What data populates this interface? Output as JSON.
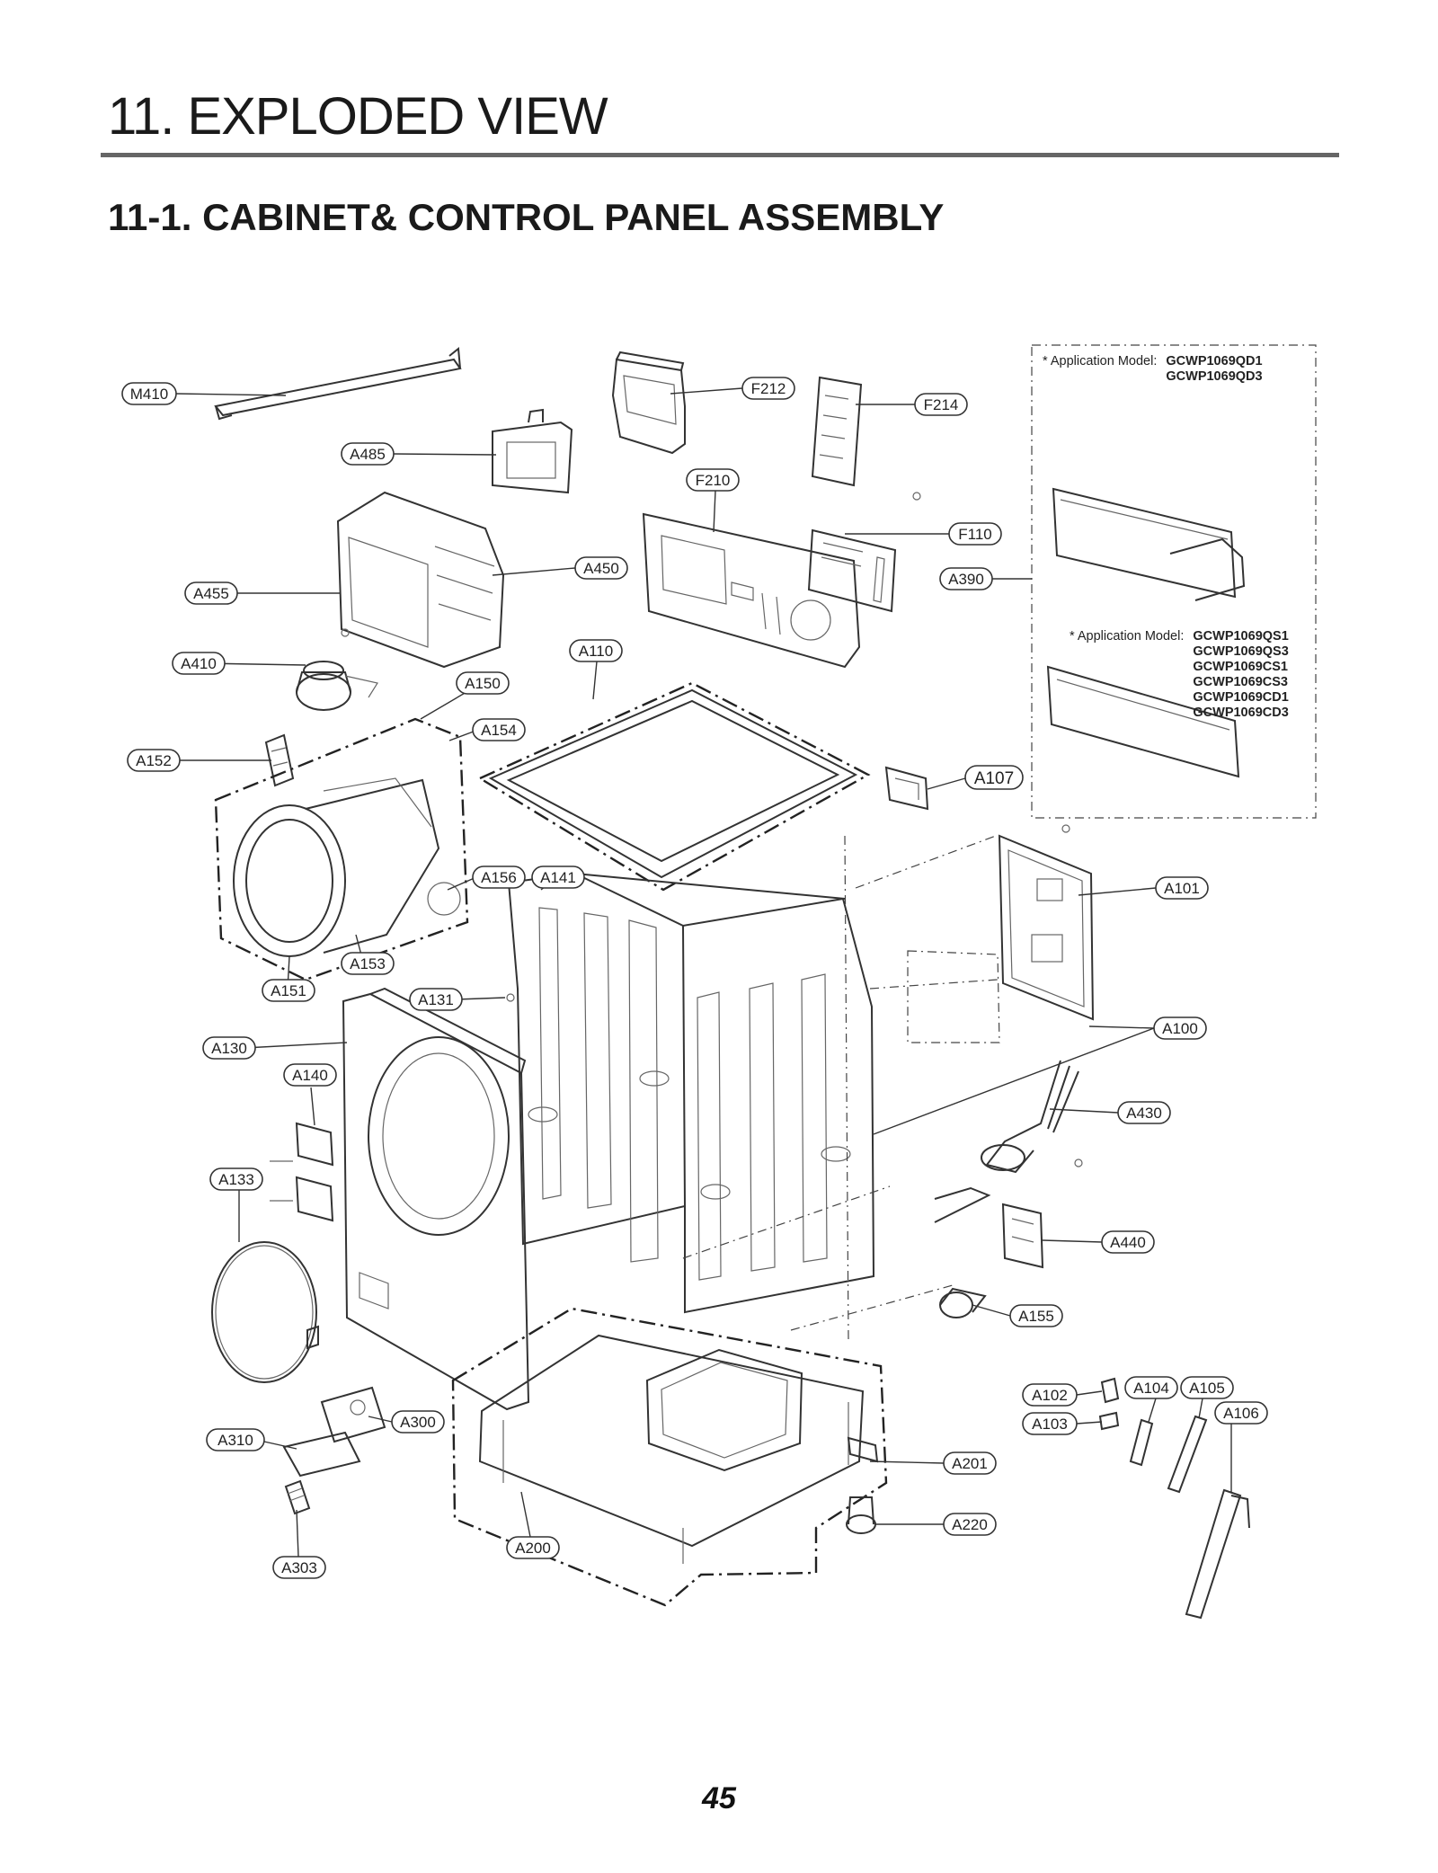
{
  "header": {
    "title": "11. EXPLODED VIEW",
    "subtitle": "11-1. CABINET& CONTROL PANEL ASSEMBLY"
  },
  "callouts": {
    "M410": "M410",
    "F212": "F212",
    "F214": "F214",
    "A485": "A485",
    "F210": "F210",
    "F110": "F110",
    "A450": "A450",
    "A390": "A390",
    "A455": "A455",
    "A110": "A110",
    "A410": "A410",
    "A150": "A150",
    "A154": "A154",
    "A152": "A152",
    "A107": "A107",
    "A101": "A101",
    "A156": "A156",
    "A141": "A141",
    "A153": "A153",
    "A151": "A151",
    "A131": "A131",
    "A100": "A100",
    "A130": "A130",
    "A140": "A140",
    "A430": "A430",
    "A133": "A133",
    "A440": "A440",
    "A155": "A155",
    "A102": "A102",
    "A104": "A104",
    "A105": "A105",
    "A103": "A103",
    "A106": "A106",
    "A300": "A300",
    "A310": "A310",
    "A201": "A201",
    "A220": "A220",
    "A303": "A303",
    "A200": "A200"
  },
  "notes": {
    "note1": {
      "label": "* Application Model:",
      "models": [
        "GCWP1069QD1",
        "GCWP1069QD3"
      ]
    },
    "note2": {
      "label": "* Application Model:",
      "models": [
        "GCWP1069QS1",
        "GCWP1069QS3",
        "GCWP1069CS1",
        "GCWP1069CS3",
        "GCWP1069CD1",
        "GCWP1069CD3"
      ]
    }
  },
  "footer": {
    "page_number": "45"
  }
}
